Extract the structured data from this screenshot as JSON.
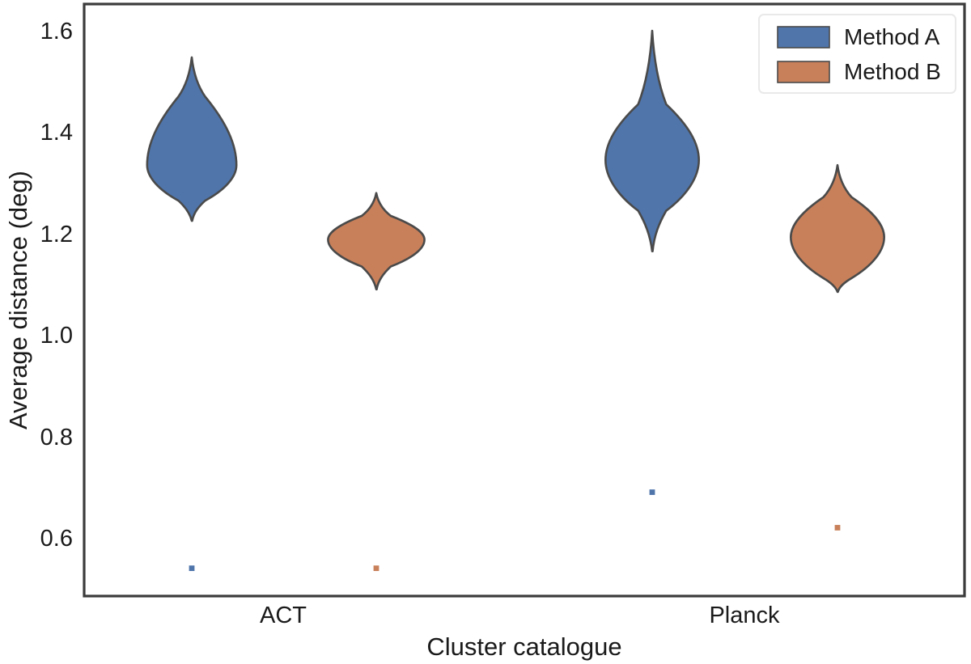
{
  "chart_data": {
    "type": "violin",
    "title": "",
    "xlabel": "Cluster catalogue",
    "ylabel": "Average distance (deg)",
    "categories": [
      "ACT",
      "Planck"
    ],
    "xtick_labels": [
      "ACT",
      "Planck"
    ],
    "ytick_labels": [
      "0.6",
      "0.8",
      "1.0",
      "1.2",
      "1.4",
      "1.6"
    ],
    "yticks": [
      0.6,
      0.8,
      1.0,
      1.2,
      1.4,
      1.6
    ],
    "ylim": [
      0.5,
      1.665
    ],
    "grid": false,
    "legend_position": "upper right",
    "series": [
      {
        "name": "Method A",
        "color": "#4f75ab",
        "violins": [
          {
            "category": "ACT",
            "min": 1.5475,
            "max": 1.225,
            "median": 1.335,
            "body_top": 1.47,
            "body_bottom": 1.265,
            "peak": 1.335,
            "max_halfwidth_deg_units": 0.088
          },
          {
            "category": "Planck",
            "min": 1.6,
            "max": 1.165,
            "median": 1.345,
            "body_top": 1.455,
            "body_bottom": 1.245,
            "peak": 1.345,
            "max_halfwidth_deg_units": 0.092
          }
        ],
        "markers": [
          {
            "category": "ACT",
            "value": 0.54
          },
          {
            "category": "Planck",
            "value": 0.69
          }
        ]
      },
      {
        "name": "Method B",
        "color": "#c8805a",
        "violins": [
          {
            "category": "ACT",
            "min": 1.28,
            "max": 1.09,
            "median": 1.188,
            "body_top": 1.235,
            "body_bottom": 1.135,
            "peak": 1.188,
            "max_halfwidth_deg_units": 0.095
          },
          {
            "category": "Planck",
            "min": 1.335,
            "max": 1.085,
            "median": 1.193,
            "body_top": 1.272,
            "body_bottom": 1.112,
            "peak": 1.193,
            "max_halfwidth_deg_units": 0.092
          }
        ],
        "markers": [
          {
            "category": "ACT",
            "value": 0.54
          },
          {
            "category": "Planck",
            "value": 0.62
          }
        ]
      }
    ]
  },
  "legend": {
    "entries": [
      {
        "label": "Method A",
        "color": "#4f75ab"
      },
      {
        "label": "Method B",
        "color": "#c8805a"
      }
    ]
  },
  "axes": {
    "ylabel": "Average distance (deg)",
    "xlabel": "Cluster catalogue",
    "ytick_labels": [
      "1.6",
      "1.4",
      "1.2",
      "1.0",
      "0.8",
      "0.6"
    ],
    "xtick_labels": [
      "ACT",
      "Planck"
    ]
  },
  "colors": {
    "method_a": "#4f75ab",
    "method_b": "#c8805a",
    "edge": "#4a4a4a",
    "spine": "#3b3b3b",
    "text": "#1a1a1a",
    "background": "#ffffff"
  }
}
